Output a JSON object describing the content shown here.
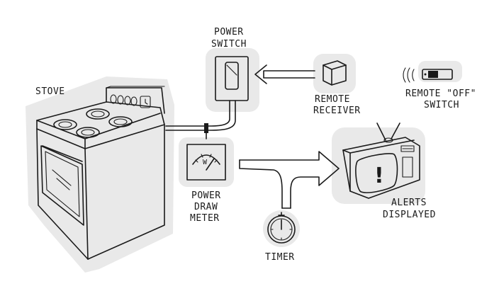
{
  "labels": {
    "stove": "STOVE",
    "power_switch_line1": "POWER",
    "power_switch_line2": "SWITCH",
    "remote_receiver_line1": "REMOTE",
    "remote_receiver_line2": "RECEIVER",
    "remote_off_switch_line1": "REMOTE \"OFF\"",
    "remote_off_switch_line2": "SWITCH",
    "power_draw_meter_line1": "POWER",
    "power_draw_meter_line2": "DRAW",
    "power_draw_meter_line3": "METER",
    "timer": "TIMER",
    "alerts_displayed_line1": "ALERTS",
    "alerts_displayed_line2": "DISPLAYED",
    "meter_dial": "W",
    "tv_alert": "!"
  },
  "colors": {
    "ink": "#1a1a1a",
    "halo": "#e9e9e9",
    "background": "#ffffff"
  }
}
